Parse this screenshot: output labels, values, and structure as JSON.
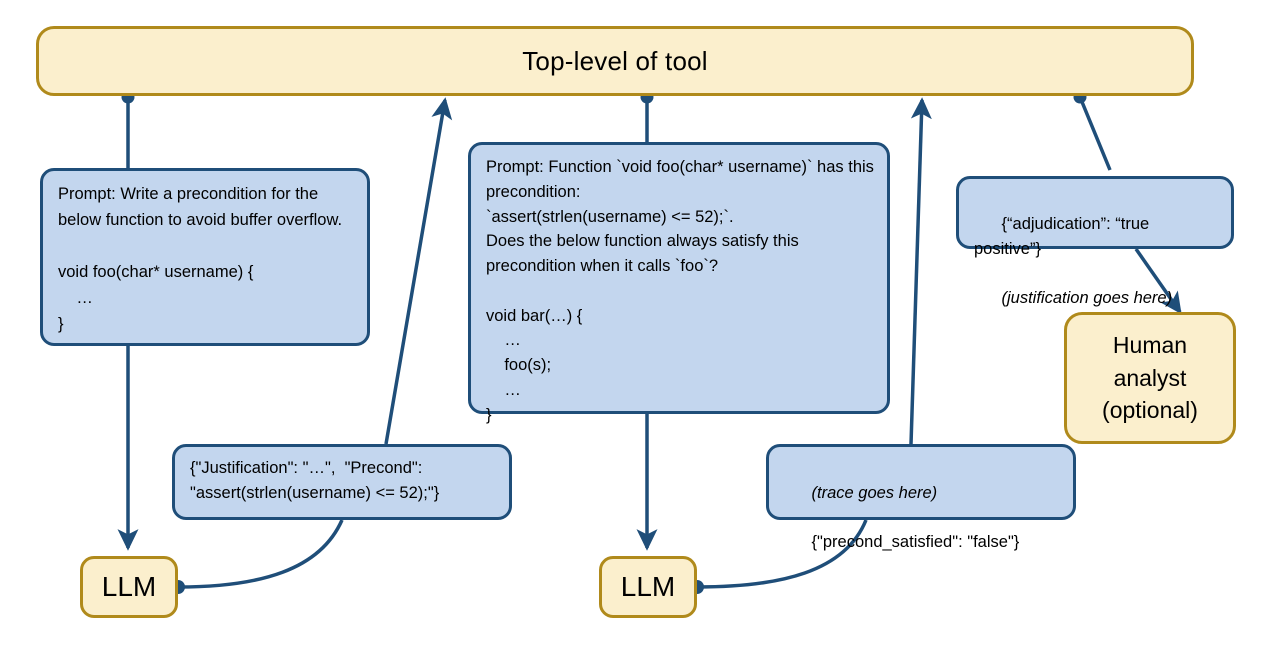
{
  "diagram": {
    "title": "Top-level of tool",
    "colors": {
      "node_cream_fill": "#FBEFCD",
      "node_cream_border": "#B08A1B",
      "node_blue_fill": "#C3D6EE",
      "node_blue_border": "#1F4E79",
      "edge": "#1F4E79",
      "background": "#FFFFFF"
    }
  },
  "nodes": {
    "toplevel": {
      "label": "Top-level of tool"
    },
    "prompt_precondition": {
      "text": "Prompt: Write a precondition for the below function to avoid buffer overflow.\n\nvoid foo(char* username) {\n    …\n}"
    },
    "prompt_check": {
      "text": "Prompt: Function `void foo(char* username)` has this precondition:\n`assert(strlen(username) <= 52);`.\nDoes the below function always satisfy this precondition when it calls `foo`?\n\nvoid bar(…) {\n    …\n    foo(s);\n    …\n}"
    },
    "adjudication": {
      "line1": "{“adjudication”: “true positive”}",
      "line2": "(justification goes here)"
    },
    "response_precond": {
      "text": "{\"Justification\": \"…\",  \"Precond\":\n\"assert(strlen(username) <= 52);\"}"
    },
    "response_trace": {
      "line1": "(trace goes here)",
      "line2": "{\"precond_satisfied\": \"false\"}"
    },
    "llm_left": {
      "label": "LLM"
    },
    "llm_center": {
      "label": "LLM"
    },
    "human_analyst": {
      "line1": "Human",
      "line2": "analyst",
      "line3": "(optional)"
    }
  }
}
